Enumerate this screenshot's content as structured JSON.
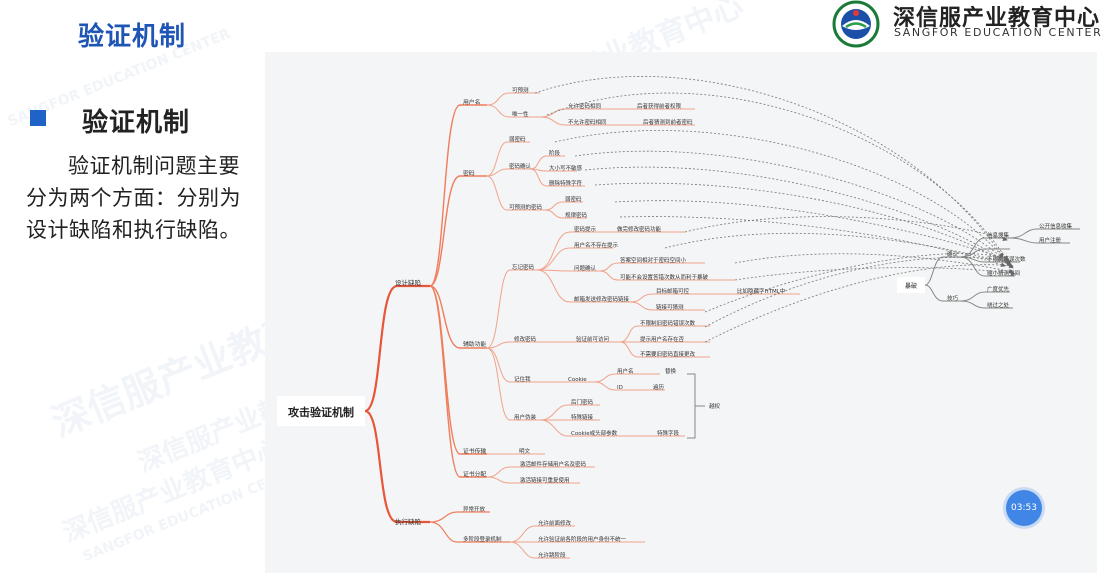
{
  "header": {
    "page_title": "验证机制",
    "brand_name_cn": "深信服产业教育中心",
    "brand_name_en": "SANGFOR EDUCATION CENTER",
    "watermark_cn": "深信服产业教育中心",
    "watermark_en": "SANGFOR EDUCATION CENTER"
  },
  "section": {
    "heading": "验证机制",
    "body": "验证机制问题主要分为两个方面：分别为设计缺陷和执行缺陷。"
  },
  "timer": "03:53",
  "mindmap": {
    "root": "攻击验证机制",
    "design_flaws": "设计缺陷",
    "exec_flaws": "执行缺陷",
    "username": "用户名",
    "u_enumerable": "可预测",
    "u_uniqueness": "唯一性",
    "u_allow_same_pw": "允许密码相同",
    "u_allow_same_pw_note": "后者获得前者权限",
    "u_disallow_same_pw": "不允许密码相同",
    "u_disallow_same_pw_note": "后者猜测到前者密码",
    "password": "密码",
    "p_weak": "弱密码",
    "p_confirm": "密码确认",
    "p_truncate": "阶段",
    "p_case": "大小写不敏感",
    "p_special": "删除特殊字符",
    "p_predictable": "可预测的密码",
    "p_pred_weak": "弱密码",
    "p_pred_rule": "规律密码",
    "aux": "辅助功能",
    "forgot": "忘记密码",
    "f_hint": "密码提示",
    "f_hint_note": "做完修改密码功能",
    "f_user_prompt": "用户名不存在提示",
    "f_question": "问题确认",
    "f_q1": "答案空间相对于密码空间小",
    "f_q2": "可能不会设置答错次数从而利于暴破",
    "f_email": "邮箱发送修改密码链接",
    "f_email_a": "目标邮箱可控",
    "f_email_a_note": "比如隐藏字HTML中",
    "f_email_b": "链接可猜测",
    "change_pw": "修改密码",
    "c_access": "验证前可访问",
    "c_1": "不限制旧密码错误次数",
    "c_2": "提示用户名存在否",
    "c_3": "不需要旧密码直接更改",
    "remember": "记住我",
    "r_cookie": "Cookie",
    "r_user": "用户名",
    "r_user_attack": "替换",
    "r_id": "ID",
    "r_id_attack": "遍历",
    "overreach": "越权",
    "impersonate": "用户伪装",
    "i_backdoor": "后门密码",
    "i_link": "特殊链接",
    "i_cookie": "Cookie或头部参数",
    "i_cookie_note": "特殊字段",
    "cert_transfer": "证书传输",
    "cert_plain": "明文",
    "cert_dist": "证书分配",
    "cert_d1": "激活邮件存储用户名及密码",
    "cert_d2": "激活链接可重复使用",
    "exec_exception": "异常开放",
    "exec_multistage": "多阶段登录机制",
    "m1": "允许前面修改",
    "m2": "允许验证前各阶段的用户身份不统一",
    "m3": "允许跳阶段",
    "brute": "暴破",
    "b_info": "信息搜集",
    "b_public": "公开信息收集",
    "b_reg": "用户注册",
    "b_method": "确认",
    "b_limit": "不限制错误次数",
    "b_space": "缩小猜测空间",
    "tips": "技巧",
    "t_breadth": "广度优先",
    "t_flow": "绕过之处"
  }
}
